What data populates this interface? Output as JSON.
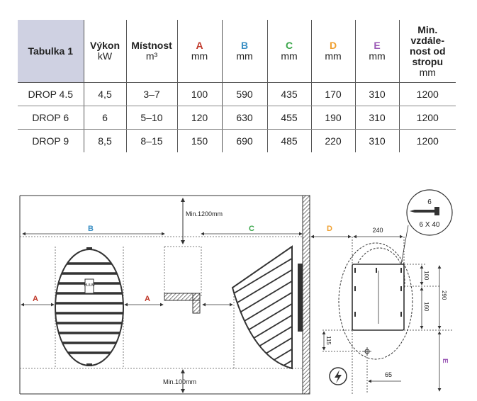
{
  "table": {
    "title": "Tabulka 1",
    "columns": [
      {
        "name": "Výkon",
        "unit": "kW",
        "color": "#222222"
      },
      {
        "name": "Místnost",
        "unit": "m³",
        "color": "#222222"
      },
      {
        "name": "A",
        "unit": "mm",
        "color": "#c0392b"
      },
      {
        "name": "B",
        "unit": "mm",
        "color": "#3a8fc4"
      },
      {
        "name": "C",
        "unit": "mm",
        "color": "#3aa64a"
      },
      {
        "name": "D",
        "unit": "mm",
        "color": "#f0a030"
      },
      {
        "name": "E",
        "unit": "mm",
        "color": "#9b59b6"
      },
      {
        "name": "Min.\nvzdále-\nnost od\nstropu",
        "unit": "mm",
        "color": "#222222"
      }
    ],
    "rows": [
      [
        "DROP 4.5",
        "4,5",
        "3–7",
        "100",
        "590",
        "435",
        "170",
        "310",
        "1200"
      ],
      [
        "DROP 6",
        "6",
        "5–10",
        "120",
        "630",
        "455",
        "190",
        "310",
        "1200"
      ],
      [
        "DROP 9",
        "8,5",
        "8–15",
        "150",
        "690",
        "485",
        "220",
        "310",
        "1200"
      ]
    ]
  },
  "diagram": {
    "min_top": "Min.1200mm",
    "min_bottom": "Min.100mm",
    "label_a": "A",
    "label_b": "B",
    "label_c": "C",
    "label_d": "D",
    "label_e": "E",
    "logo": "HUUM",
    "dim_240": "240",
    "dim_100": "100",
    "dim_160": "160",
    "dim_290": "290",
    "dim_115": "115",
    "dim_65": "65",
    "screw_count": "6",
    "screw_size": "6 X 40",
    "colors": {
      "a": "#c0392b",
      "b": "#3a8fc4",
      "c": "#3aa64a",
      "d": "#f0a030",
      "e": "#9b59b6"
    }
  }
}
